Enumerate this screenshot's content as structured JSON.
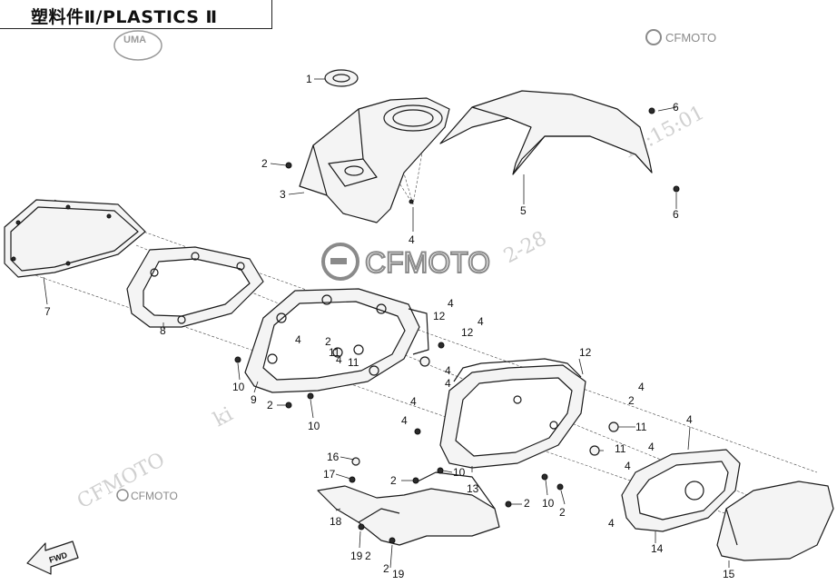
{
  "header": {
    "title": "塑料件Ⅱ/PLASTICS Ⅱ"
  },
  "brand": {
    "logo_main": "CFMOTO",
    "logo_top_right": "CFMOTO",
    "logo_bottom_left": "CFMOTO",
    "badge": "UMA",
    "fwd": "FWD"
  },
  "watermark": {
    "text_a": "16:15:01",
    "text_b": "2-28",
    "text_c": "CFMOTO",
    "text_d": "ki"
  },
  "colors": {
    "ink": "#1a1a1a",
    "logo_gray": "#8a8a8a",
    "watermark": "#d0d0d0"
  },
  "callouts": {
    "c1": "1",
    "c2a": "2",
    "c3": "3",
    "c4a": "4",
    "c5": "5",
    "c6a": "6",
    "c6b": "6",
    "c7": "7",
    "c8": "8",
    "c9": "9",
    "c10a": "10",
    "c10b": "10",
    "c2b": "2",
    "c4b": "4",
    "c2c": "2",
    "c11a": "11",
    "c4c": "4",
    "c12a": "12",
    "c4d": "4",
    "c12b": "12",
    "c4e": "4",
    "c12c": "12",
    "c4f": "4",
    "c4g": "4",
    "c4h": "4",
    "c4i": "4",
    "c4j": "4",
    "c11b": "11",
    "c11c": "11",
    "c4k": "4",
    "c4l": "4",
    "c16": "16",
    "c17": "17",
    "c18": "18",
    "c2d": "2",
    "c10c": "10",
    "c13": "13",
    "c2e": "2",
    "c10d": "10",
    "c2f": "2",
    "c4m": "4",
    "c14": "14",
    "c15": "15",
    "c19a": "19",
    "c2g": "2",
    "c19b": "19",
    "c2h": "2",
    "c4n": "4",
    "c11d": "11"
  }
}
